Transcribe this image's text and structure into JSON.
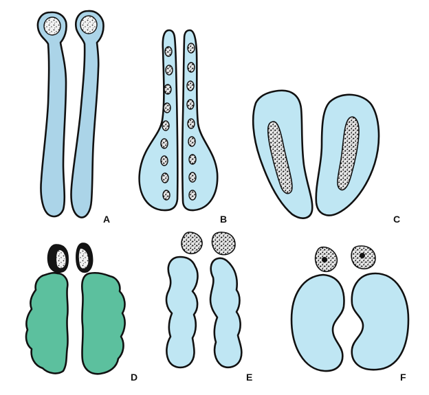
{
  "panels": [
    {
      "label": "A"
    },
    {
      "label": "B"
    },
    {
      "label": "C"
    },
    {
      "label": "D"
    },
    {
      "label": "E"
    },
    {
      "label": "F"
    }
  ],
  "colors": {
    "cell_blue": "#abd4e8",
    "cell_light_blue": "#bfe6f3",
    "cell_green": "#5cc09e",
    "outline": "#111111",
    "nucleus_dark": "#141414",
    "nucleus_speckle": "#e8e8e8"
  }
}
